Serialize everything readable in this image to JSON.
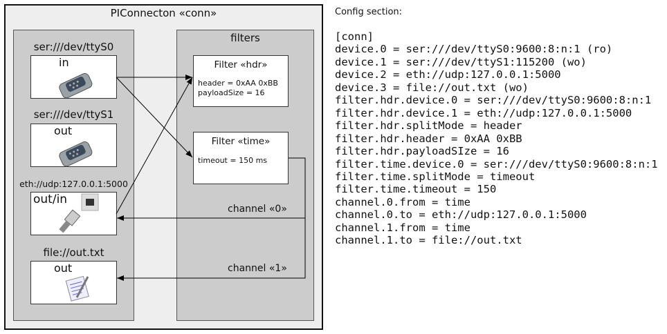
{
  "diagram": {
    "title": "PIConnecton «conn»",
    "devices_panel": {
      "devices": [
        {
          "label": "ser:///dev/ttyS0",
          "mode": "in",
          "icon": "serial-port-icon"
        },
        {
          "label": "ser:///dev/ttyS1",
          "mode": "out",
          "icon": "serial-port-icon"
        },
        {
          "label": "eth://udp:127.0.0.1:5000",
          "mode": "out/in",
          "icon": "ethernet-cable-icon"
        },
        {
          "label": "file://out.txt",
          "mode": "out",
          "icon": "text-file-icon"
        }
      ]
    },
    "filters_panel": {
      "title": "filters",
      "filters": [
        {
          "title": "Filter «hdr»",
          "params": [
            "header = 0xAA 0xBB",
            "payloadSize = 16"
          ]
        },
        {
          "title": "Filter «time»",
          "params": [
            "timeout = 150 ms"
          ]
        }
      ],
      "channels": [
        "channel «0»",
        "channel «1»"
      ]
    }
  },
  "config": {
    "heading": "Config section:",
    "lines": [
      "[conn]",
      "device.0 = ser:///dev/ttyS0:9600:8:n:1 (ro)",
      "device.1 = ser:///dev/ttyS1:115200 (wo)",
      "device.2 = eth://udp:127.0.0.1:5000",
      "device.3 = file://out.txt (wo)",
      "filter.hdr.device.0 = ser:///dev/ttyS0:9600:8:n:1",
      "filter.hdr.device.1 = eth://udp:127.0.0.1:5000",
      "filter.hdr.splitMode = header",
      "filter.hdr.header = 0xAA 0xBB",
      "filter.hdr.payloadSIze = 16",
      "filter.time.device.0 = ser:///dev/ttyS0:9600:8:n:1",
      "filter.time.splitMode = timeout",
      "filter.time.timeout = 150",
      "channel.0.from = time",
      "channel.0.to = eth://udp:127.0.0.1:5000",
      "channel.1.from = time",
      "channel.1.to = file://out.txt"
    ]
  }
}
